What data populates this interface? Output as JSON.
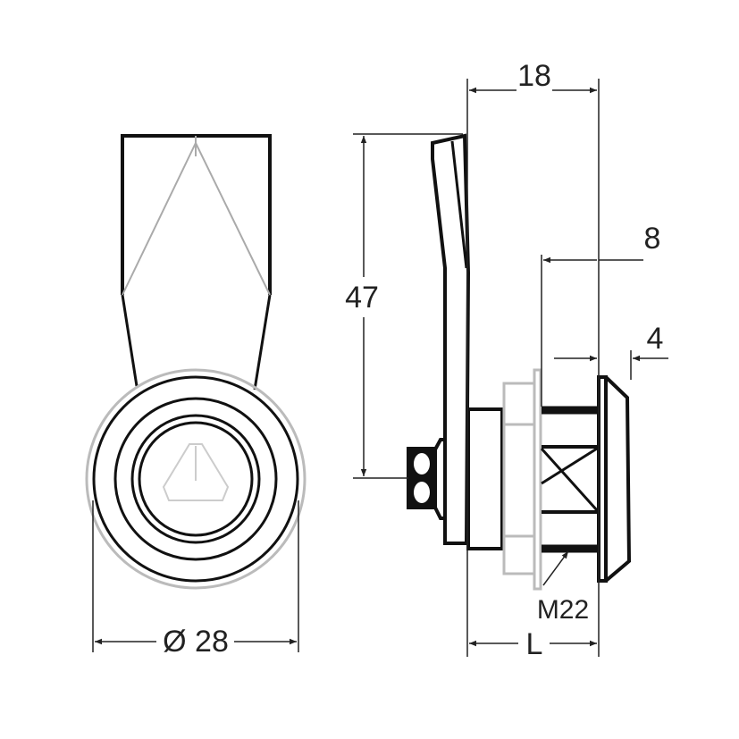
{
  "drawing": {
    "type": "cam lock technical drawing",
    "dimensions": {
      "width_top": "18",
      "height": "47",
      "offset": "8",
      "flange": "4",
      "diameter": "Ø 28",
      "thread": "M22",
      "length": "L"
    },
    "colors": {
      "line": "#111111",
      "hidden": "#bbbbbb"
    }
  }
}
